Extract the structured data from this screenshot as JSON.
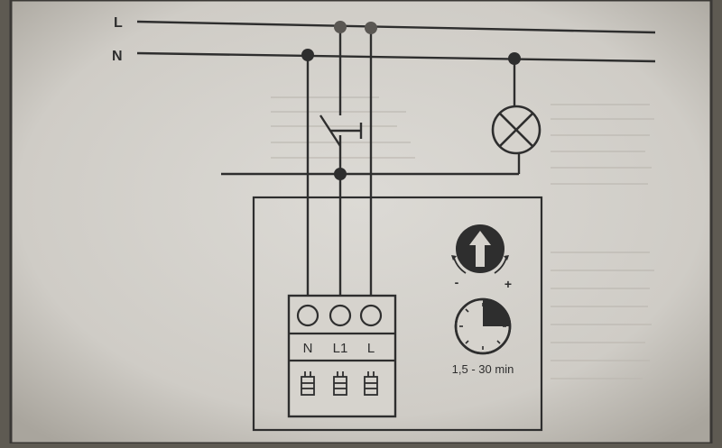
{
  "lines": {
    "live_label": "L",
    "neutral_label": "N"
  },
  "terminals": {
    "neutral": "N",
    "switched": "L1",
    "live": "L"
  },
  "timer": {
    "range_label": "1,5 - 30 min",
    "minus_label": "-",
    "plus_label": "+"
  },
  "colors": {
    "paper": "#d9d7d2",
    "ink": "#2e2e2e",
    "frame": "#3a3835"
  },
  "icons": [
    "arrow-knob-icon",
    "clock-icon",
    "lamp-icon",
    "switch-icon",
    "screw-clamp-icon"
  ]
}
